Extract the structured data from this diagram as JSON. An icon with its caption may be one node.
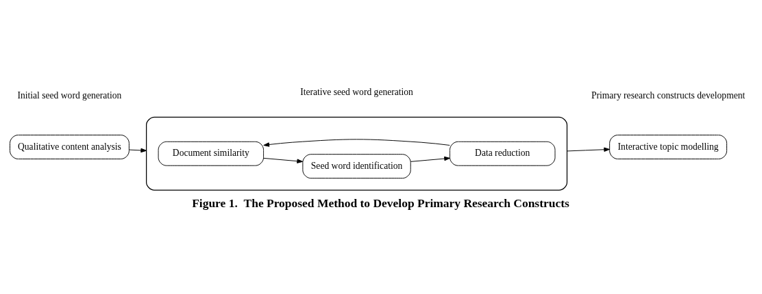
{
  "diagram": {
    "caption": "Figure 1.  The Proposed Method to Develop Primary Research Constructs",
    "nodes": [
      {
        "text": [
          "Qualitative content analysis"
        ]
      },
      {
        "text": [],
        "shape": "box"
      },
      {
        "text": [
          "Document similarity"
        ],
        "in": 1
      },
      {
        "text": [
          "Seed word identification"
        ],
        "in": 1
      },
      {
        "text": [
          "Data reduction"
        ],
        "in": 1
      },
      {
        "text": [
          "Interactive topic modelling"
        ]
      }
    ],
    "edges": [
      {
        "from": 0,
        "to": 1,
        "arrow": "to"
      },
      {
        "from": 2,
        "to": 3,
        "arrow": "to"
      },
      {
        "from": 3,
        "to": 4,
        "arrow": "to"
      },
      {
        "from": 4,
        "to": 2,
        "arrow": "to"
      },
      {
        "from": 1,
        "to": 5,
        "arrow": "to"
      }
    ],
    "labels": [
      "Initial seed word generation",
      "Iterative seed word generation",
      "Primary research constructs development"
    ]
  }
}
